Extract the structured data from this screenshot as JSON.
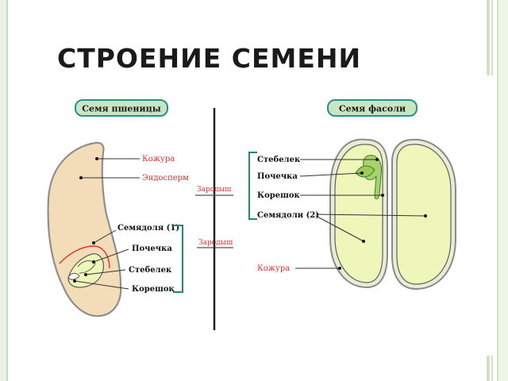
{
  "title": "СТРОЕНИЕ СЕМЕНИ",
  "colors": {
    "badge_fill": "#c8e6c2",
    "badge_border": "#2a8f8a",
    "wheat_fill": "#f3ddb8",
    "bean_fill": "#eff6b9",
    "red_label": "#e03030",
    "bracket": "#1f8a7a"
  },
  "wheat": {
    "badge": "Семя пшеницы",
    "kozhura": "Кожура",
    "endosperm": "Эндосперм",
    "zarodysh_left": "Зародыш",
    "zarodysh_right": "Зародыш",
    "semyadolya": "Семядоля (1)",
    "pochechka": "Почечка",
    "stebelek": "Стебелек",
    "koreshok": "Корешок"
  },
  "bean": {
    "badge": "Семя фасоли",
    "stebelek": "Стебелек",
    "pochechka": "Почечка",
    "koreshok": "Корешок",
    "semyadoli": "Семядоли (2)",
    "kozhura": "Кожура"
  }
}
